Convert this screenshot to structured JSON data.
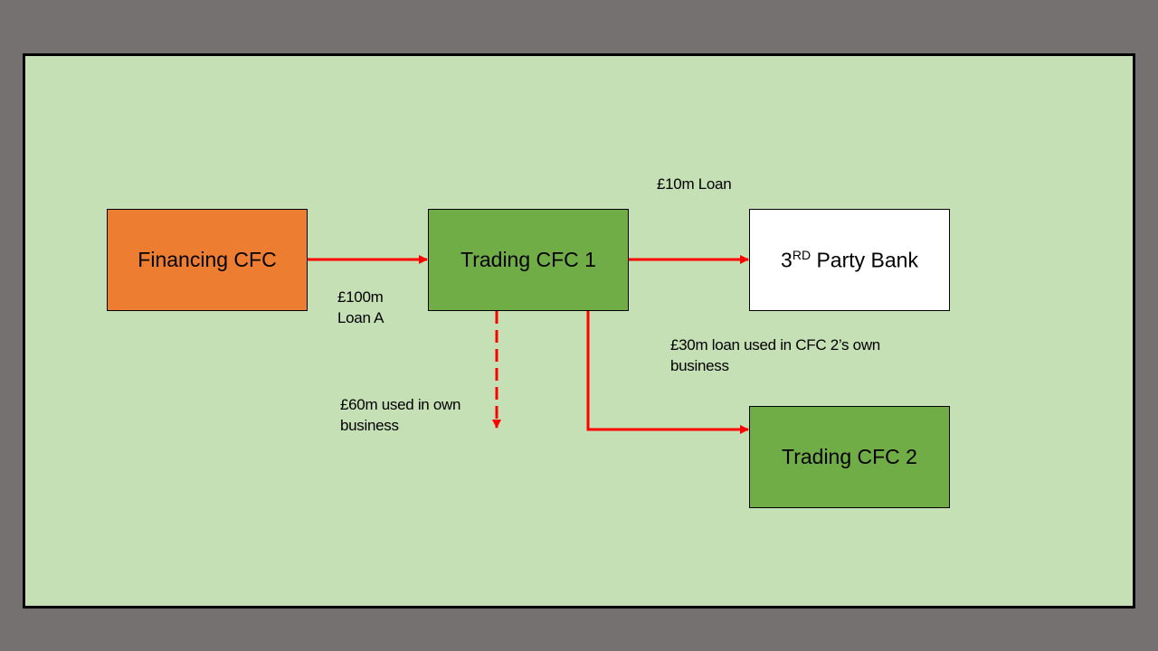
{
  "colors": {
    "orange": "#ed7d31",
    "green": "#70ad47",
    "white": "#ffffff",
    "arrow": "#ff0000",
    "background": "#c5e0b4",
    "frame": "#767171"
  },
  "boxes": {
    "financing": "Financing CFC",
    "trading1": "Trading CFC 1",
    "bank_num": "3",
    "bank_sup": "RD",
    "bank_rest": " Party Bank",
    "trading2": "Trading CFC 2"
  },
  "labels": {
    "loan_a_1": "£100m",
    "loan_a_2": "Loan A",
    "loan_10": "£10m Loan",
    "loan_30_1": "£30m loan used in CFC 2’s own",
    "loan_30_2": "business",
    "own_60_1": "£60m used in  own",
    "own_60_2": "business"
  }
}
